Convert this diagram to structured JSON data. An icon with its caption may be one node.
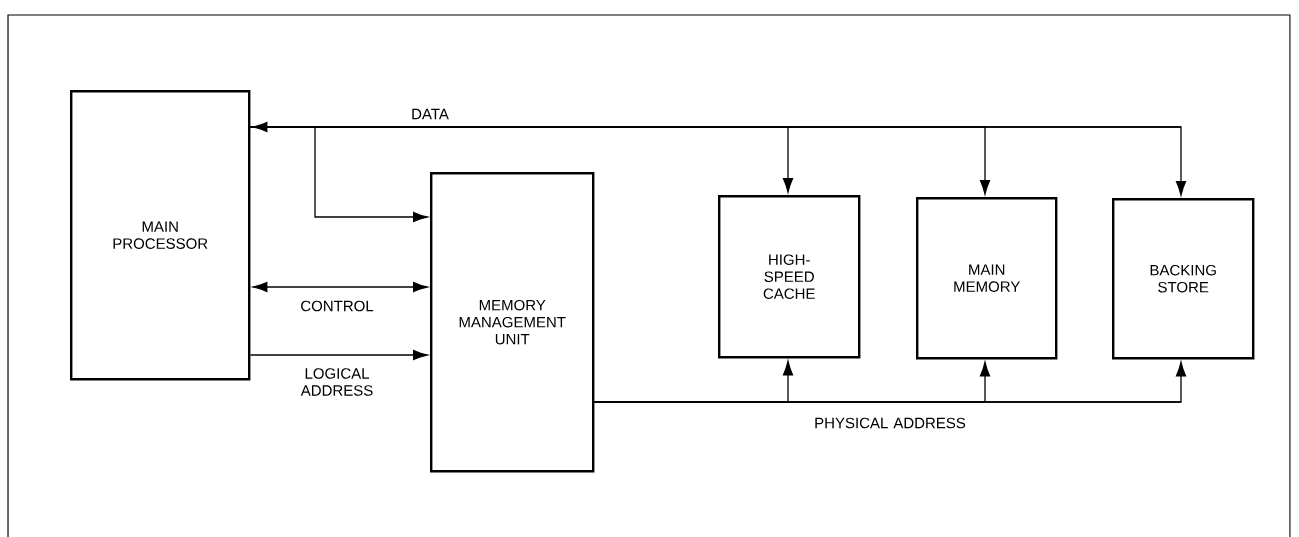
{
  "diagram": {
    "nodes": [
      {
        "text": [
          "MAIN PROCESSOR"
        ]
      },
      {
        "text": [
          "MEMORY MANAGEMENT UNIT"
        ]
      },
      {
        "text": [
          "HIGH-SPEED CACHE"
        ]
      },
      {
        "text": [
          "MAIN MEMORY"
        ]
      },
      {
        "text": [
          "BACKING STORE"
        ]
      }
    ],
    "edges": [
      {
        "from": 0,
        "to": 2,
        "arrow": "both"
      },
      {
        "from": 0,
        "to": 3,
        "arrow": "both"
      },
      {
        "from": 0,
        "to": 4,
        "arrow": "both",
        "label": "DATA"
      },
      {
        "from": 0,
        "to": 1,
        "arrow": "both"
      },
      {
        "from": 0,
        "to": 1,
        "arrow": "both",
        "label": "CONTROL"
      },
      {
        "from": 0,
        "to": 1,
        "arrow": "to",
        "label": "LOGICAL ADDRESS"
      },
      {
        "from": 1,
        "to": 2,
        "arrow": "to"
      },
      {
        "from": 1,
        "to": 3,
        "arrow": "to"
      },
      {
        "from": 1,
        "to": 4,
        "arrow": "to",
        "label": "PHYSICAL ADDRESS"
      }
    ]
  }
}
